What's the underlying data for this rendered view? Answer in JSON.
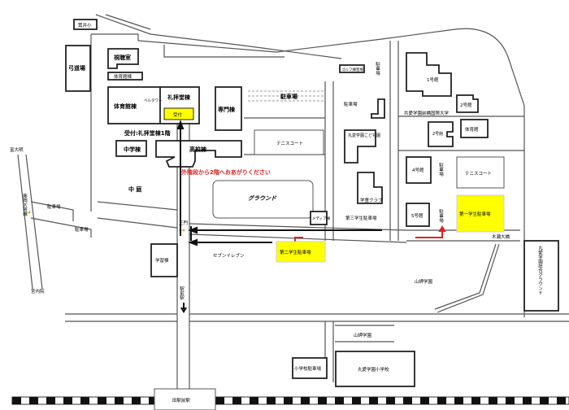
{
  "labels": {
    "minoi_elementary": "箕井小",
    "kyudojo": "弓道場",
    "av_room": "視聴室",
    "gym_small": "体育館棟",
    "gym": "体育館棟",
    "bell_tower": "ベルタワー",
    "chapel": "礼拝堂棟",
    "reception": "受付",
    "specialty": "専門棟",
    "reception_note": "受付:礼拝堂棟1階",
    "junior_high": "中学棟",
    "high_school": "高校棟",
    "stairs_note": "外階段から2階へおあがりください",
    "courtyard": "中 庭",
    "ground": "グラウンド",
    "tennis1": "テニスコート",
    "parking1": "駐車場",
    "study_hall": "学習棟",
    "main_gate": "正門",
    "to_station": "駅前駅",
    "seven_eleven": "セブンイレブン",
    "student_parking2": "第二学生駐車場",
    "student_parking3": "第三学生駐車場",
    "student_parking1": "第一学生駐車場",
    "media": "メディア棟",
    "golf": "ゴルフ練習場",
    "parking_v": "駐車場",
    "parking2": "駐車場",
    "daycare": "丸愛学園こども園",
    "gakudo": "学童クラブ",
    "bldg1": "1号館",
    "bldg2": "2号館",
    "bldg2c": "2号館",
    "gymnasium": "体育館",
    "university": "共愛学園前橋国際大学",
    "bldg4": "4号館",
    "bldg5": "5号館",
    "parking_4": "駐車場",
    "parking_5": "駐車場",
    "tennis2": "テニスコート",
    "kise_bridge": "木瀬大橋",
    "sports_ground": "丸愛学園総合グラウンド",
    "yamazaki1": "山岬学園",
    "yamazaki2": "山岬学園",
    "elem_parking": "小学校駐車場",
    "elem_school": "丸愛学園小学校",
    "station": "田駅前駅",
    "tomi": "富大明",
    "fujioka_line": "藤岡大将線",
    "miyauchi": "宮内院",
    "parking_l1": "駐車場",
    "parking_l2": "駐車場"
  },
  "colors": {
    "highlight": "#ffff00",
    "route": "#e02020"
  }
}
